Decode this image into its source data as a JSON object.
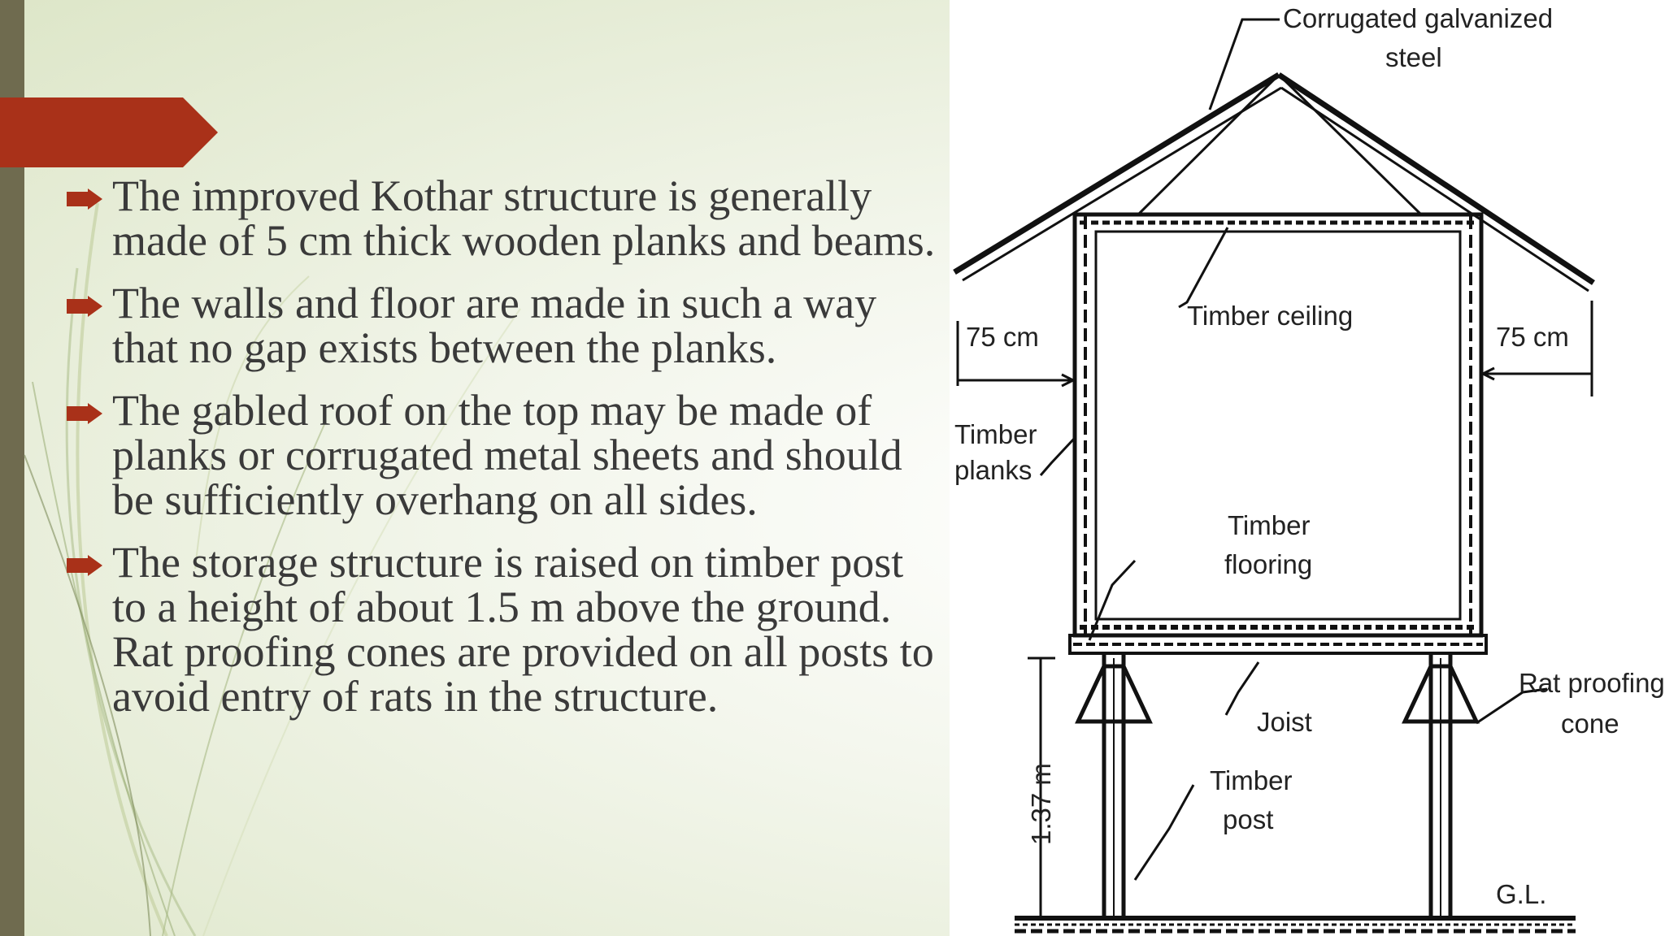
{
  "slide": {
    "colors": {
      "accent_red": "#a93119",
      "side_bar": "#6f6b4f",
      "text": "#3a3a3a",
      "background": "#eef2e3"
    },
    "bullet_icon": "red-arrow-bullet-icon",
    "bullets": [
      "The improved Kothar structure is generally made of 5 cm thick wooden planks and beams.",
      "The walls and floor are made in such a way that no gap exists between the planks.",
      " The gabled roof on the top may be made of planks or corrugated metal sheets and should be sufficiently overhang on all sides.",
      "The storage structure is raised on timber post to a height of about 1.5 m above the ground. Rat proofing cones are provided on all posts to avoid entry of rats in the structure."
    ]
  },
  "diagram": {
    "labels": {
      "roof_line1": "Corrugated galvanized",
      "roof_line2": "steel",
      "timber_ceiling": "Timber ceiling",
      "overhang_left": "75 cm",
      "overhang_right": "75 cm",
      "timber_planks_line1": "Timber",
      "timber_planks_line2": "planks",
      "timber_flooring_line1": "Timber",
      "timber_flooring_line2": "flooring",
      "rat_cone_line1": "Rat proofing",
      "rat_cone_line2": "cone",
      "joist": "Joist",
      "timber_post_line1": "Timber",
      "timber_post_line2": "post",
      "height": "1.37 m",
      "ground_level": "G.L."
    }
  }
}
